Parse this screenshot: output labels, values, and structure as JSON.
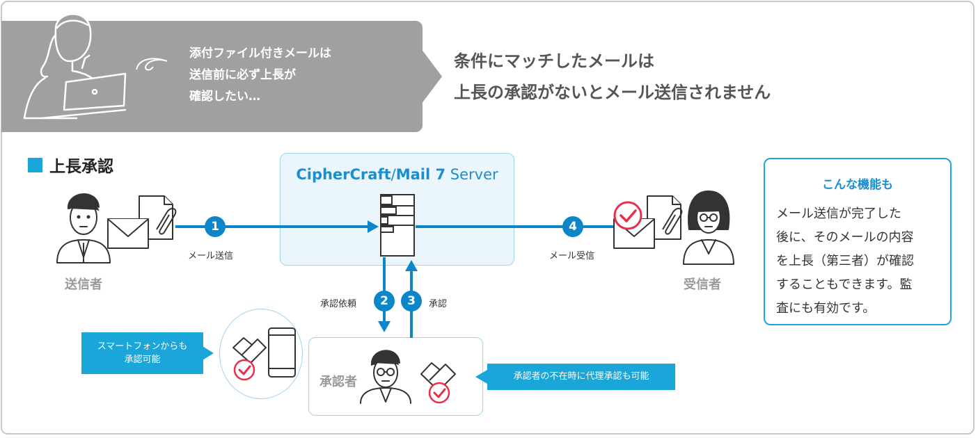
{
  "banner": {
    "lines": [
      "添付ファイル付きメールは",
      "送信前に必ず上長が",
      "確認したい…"
    ]
  },
  "headline": {
    "line1": "条件にマッチしたメールは",
    "line2": "上長の承認がないとメール送信されません"
  },
  "section": {
    "title": "上長承認"
  },
  "server": {
    "brand": "CipherCraft",
    "slash": "/",
    "product": "Mail 7",
    "suffix": " Server"
  },
  "steps": [
    {
      "num": "1",
      "label": "メール送信"
    },
    {
      "num": "2",
      "label": "承認依頼"
    },
    {
      "num": "3",
      "label": "承認"
    },
    {
      "num": "4",
      "label": "メール受信"
    }
  ],
  "roles": {
    "sender": "送信者",
    "receiver": "受信者",
    "approver": "承認者"
  },
  "callouts": {
    "smartphone": [
      "スマートフォンからも",
      "承認可能"
    ],
    "proxy": "承認者の不在時に代理承認も可能"
  },
  "info": {
    "title": "こんな機能も",
    "lines": [
      "メール送信が完了した",
      "後に、そのメールの内容",
      "を上長（第三者）が確認",
      "することもできます。監",
      "査にも有効です。"
    ]
  },
  "colors": {
    "accent": "#1ba6d9",
    "step": "#0d86c9",
    "banner": "#a0a0a0",
    "check": "#e6304a"
  }
}
